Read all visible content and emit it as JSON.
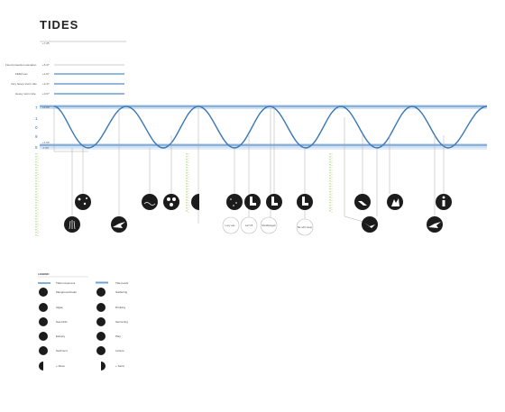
{
  "title": "TIDES",
  "colors": {
    "curve": "#3a78b5",
    "band": "#b9d3ec",
    "level": "#5f93c9",
    "green": "#8cc43f",
    "icon": "#1c1c1c",
    "rule": "#999999"
  },
  "reference_lines": [
    {
      "text": "+7.25"
    },
    {
      "text": "Flood protection elevation",
      "value": "+5.3?"
    },
    {
      "text": "FEMA esx",
      "value": "+4.6?"
    },
    {
      "text": "Very heavy storm tide",
      "value": "+3.4?"
    },
    {
      "text": "Heavy storm tide",
      "value": "+3.0?"
    }
  ],
  "left_ticks": [
    "7",
    "1",
    "0",
    "9",
    "5"
  ],
  "high_mark": "+2.00",
  "low_mark": "+1.00",
  "low_mark2": "-1.00",
  "bubble_captions": [
    {
      "id": "c1",
      "text": "Lucy eat..."
    },
    {
      "id": "c2",
      "text": "surf 18"
    },
    {
      "id": "c3",
      "text": "Mudbtasgeb"
    },
    {
      "id": "c4",
      "text": "Ba ndl Lukop"
    }
  ],
  "legend": {
    "title": "LEGEND",
    "line_items": [
      {
        "text": "Tidal movement"
      },
      {
        "text": "Tide levels"
      }
    ],
    "left_items": [
      {
        "icon": "grass-icon",
        "text": "Mangrove/shoals"
      },
      {
        "icon": "shell-icon",
        "text": "Algae"
      },
      {
        "icon": "bird-icon",
        "text": "Sea birds"
      },
      {
        "icon": "ripple-icon",
        "text": "Estuary"
      },
      {
        "icon": "sediment-icon",
        "text": "Sediment"
      },
      {
        "icon": "half-moon-icon",
        "text": "+ Moon"
      }
    ],
    "right_items": [
      {
        "icon": "boot-icon",
        "text": "Gathering"
      },
      {
        "icon": "bottle-icon",
        "text": "Drinking"
      },
      {
        "icon": "swimmer-icon",
        "text": "Swimming"
      },
      {
        "icon": "heron-icon",
        "text": "Play"
      },
      {
        "icon": "kayak-icon",
        "text": "Leisure"
      },
      {
        "icon": "half-circle-icon",
        "text": "+ Sand"
      }
    ]
  }
}
